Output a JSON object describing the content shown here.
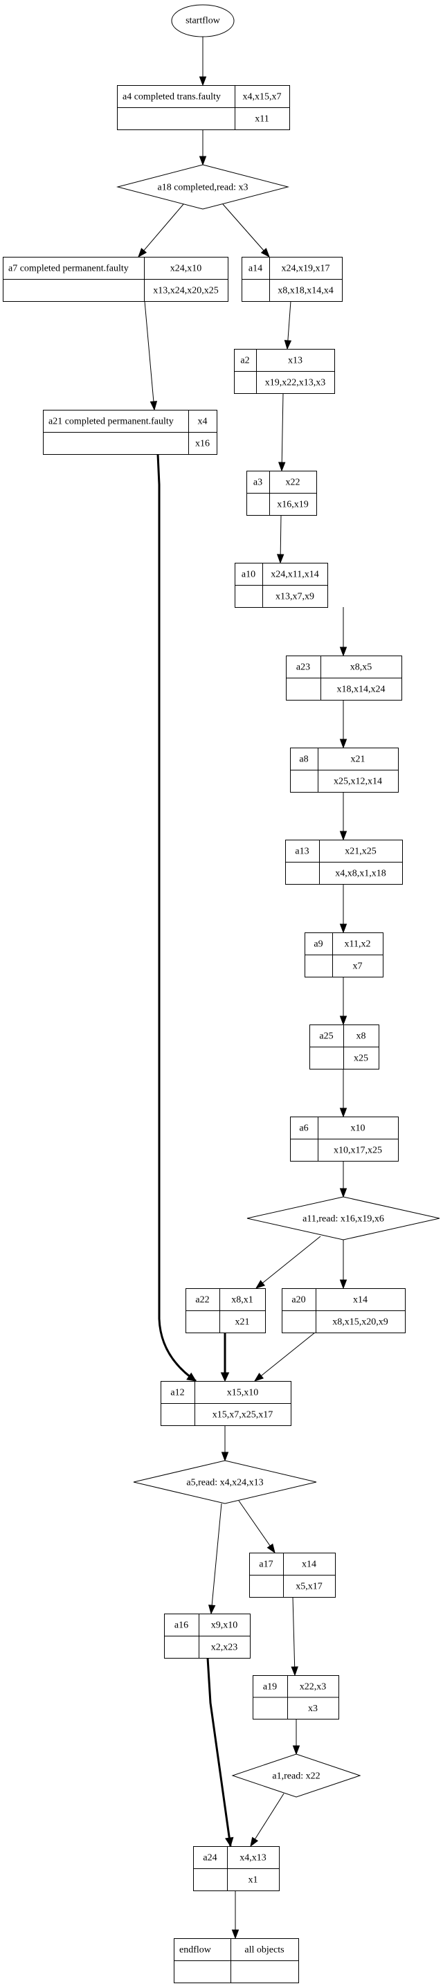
{
  "diagram": {
    "start": {
      "id": "startflow",
      "label": "startflow"
    },
    "nodes": [
      {
        "id": "a4",
        "name": "a4 completed trans.faulty",
        "top": "x4,x15,x7",
        "bottom": "x11"
      },
      {
        "id": "a7",
        "name": "a7 completed permanent.faulty",
        "top": "x24,x10",
        "bottom": "x13,x24,x20,x25"
      },
      {
        "id": "a14",
        "name": "a14",
        "top": "x24,x19,x17",
        "bottom": "x8,x18,x14,x4"
      },
      {
        "id": "a2",
        "name": "a2",
        "top": "x13",
        "bottom": "x19,x22,x13,x3"
      },
      {
        "id": "a21",
        "name": "a21 completed permanent.faulty",
        "top": "x4",
        "bottom": "x16"
      },
      {
        "id": "a3",
        "name": "a3",
        "top": "x22",
        "bottom": "x16,x19"
      },
      {
        "id": "a10",
        "name": "a10",
        "top": "x24,x11,x14",
        "bottom": "x13,x7,x9"
      },
      {
        "id": "a23",
        "name": "a23",
        "top": "x8,x5",
        "bottom": "x18,x14,x24"
      },
      {
        "id": "a8",
        "name": "a8",
        "top": "x21",
        "bottom": "x25,x12,x14"
      },
      {
        "id": "a13",
        "name": "a13",
        "top": "x21,x25",
        "bottom": "x4,x8,x1,x18"
      },
      {
        "id": "a9",
        "name": "a9",
        "top": "x11,x2",
        "bottom": "x7"
      },
      {
        "id": "a25",
        "name": "a25",
        "top": "x8",
        "bottom": "x25"
      },
      {
        "id": "a6",
        "name": "a6",
        "top": "x10",
        "bottom": "x10,x17,x25"
      },
      {
        "id": "a22",
        "name": "a22",
        "top": "x8,x1",
        "bottom": "x21"
      },
      {
        "id": "a20",
        "name": "a20",
        "top": "x14",
        "bottom": "x8,x15,x20,x9"
      },
      {
        "id": "a12",
        "name": "a12",
        "top": "x15,x10",
        "bottom": "x15,x7,x25,x17"
      },
      {
        "id": "a17",
        "name": "a17",
        "top": "x14",
        "bottom": "x5,x17"
      },
      {
        "id": "a16",
        "name": "a16",
        "top": "x9,x10",
        "bottom": "x2,x23"
      },
      {
        "id": "a19",
        "name": "a19",
        "top": "x22,x3",
        "bottom": "x3"
      },
      {
        "id": "a24",
        "name": "a24",
        "top": "x4,x13",
        "bottom": "x1"
      },
      {
        "id": "endflow",
        "name": "endflow",
        "top": "all objects",
        "bottom": ""
      }
    ],
    "decisions": [
      {
        "id": "a18",
        "label": "a18 completed,read: x3"
      },
      {
        "id": "a11",
        "label": "a11,read: x16,x19,x6"
      },
      {
        "id": "a5",
        "label": "a5,read: x4,x24,x13"
      },
      {
        "id": "a1",
        "label": "a1,read: x22"
      }
    ],
    "edges": [
      {
        "from": "startflow",
        "to": "a4",
        "bold": false
      },
      {
        "from": "a4",
        "to": "a18",
        "bold": false
      },
      {
        "from": "a18",
        "to": "a7",
        "bold": false
      },
      {
        "from": "a18",
        "to": "a14",
        "bold": false
      },
      {
        "from": "a7",
        "to": "a21",
        "bold": false
      },
      {
        "from": "a14",
        "to": "a2",
        "bold": false
      },
      {
        "from": "a2",
        "to": "a3",
        "bold": false
      },
      {
        "from": "a3",
        "to": "a10",
        "bold": false
      },
      {
        "from": "a10",
        "to": "a23",
        "bold": false
      },
      {
        "from": "a23",
        "to": "a8",
        "bold": false
      },
      {
        "from": "a8",
        "to": "a13",
        "bold": false
      },
      {
        "from": "a13",
        "to": "a9",
        "bold": false
      },
      {
        "from": "a9",
        "to": "a25",
        "bold": false
      },
      {
        "from": "a25",
        "to": "a6",
        "bold": false
      },
      {
        "from": "a6",
        "to": "a11",
        "bold": false
      },
      {
        "from": "a11",
        "to": "a22",
        "bold": false
      },
      {
        "from": "a11",
        "to": "a20",
        "bold": false
      },
      {
        "from": "a21",
        "to": "a12",
        "bold": true
      },
      {
        "from": "a22",
        "to": "a12",
        "bold": true
      },
      {
        "from": "a20",
        "to": "a12",
        "bold": false
      },
      {
        "from": "a12",
        "to": "a5",
        "bold": false
      },
      {
        "from": "a5",
        "to": "a16",
        "bold": false
      },
      {
        "from": "a5",
        "to": "a17",
        "bold": false
      },
      {
        "from": "a17",
        "to": "a19",
        "bold": false
      },
      {
        "from": "a19",
        "to": "a1",
        "bold": false
      },
      {
        "from": "a16",
        "to": "a24",
        "bold": true
      },
      {
        "from": "a1",
        "to": "a24",
        "bold": false
      },
      {
        "from": "a24",
        "to": "endflow",
        "bold": false
      }
    ]
  }
}
